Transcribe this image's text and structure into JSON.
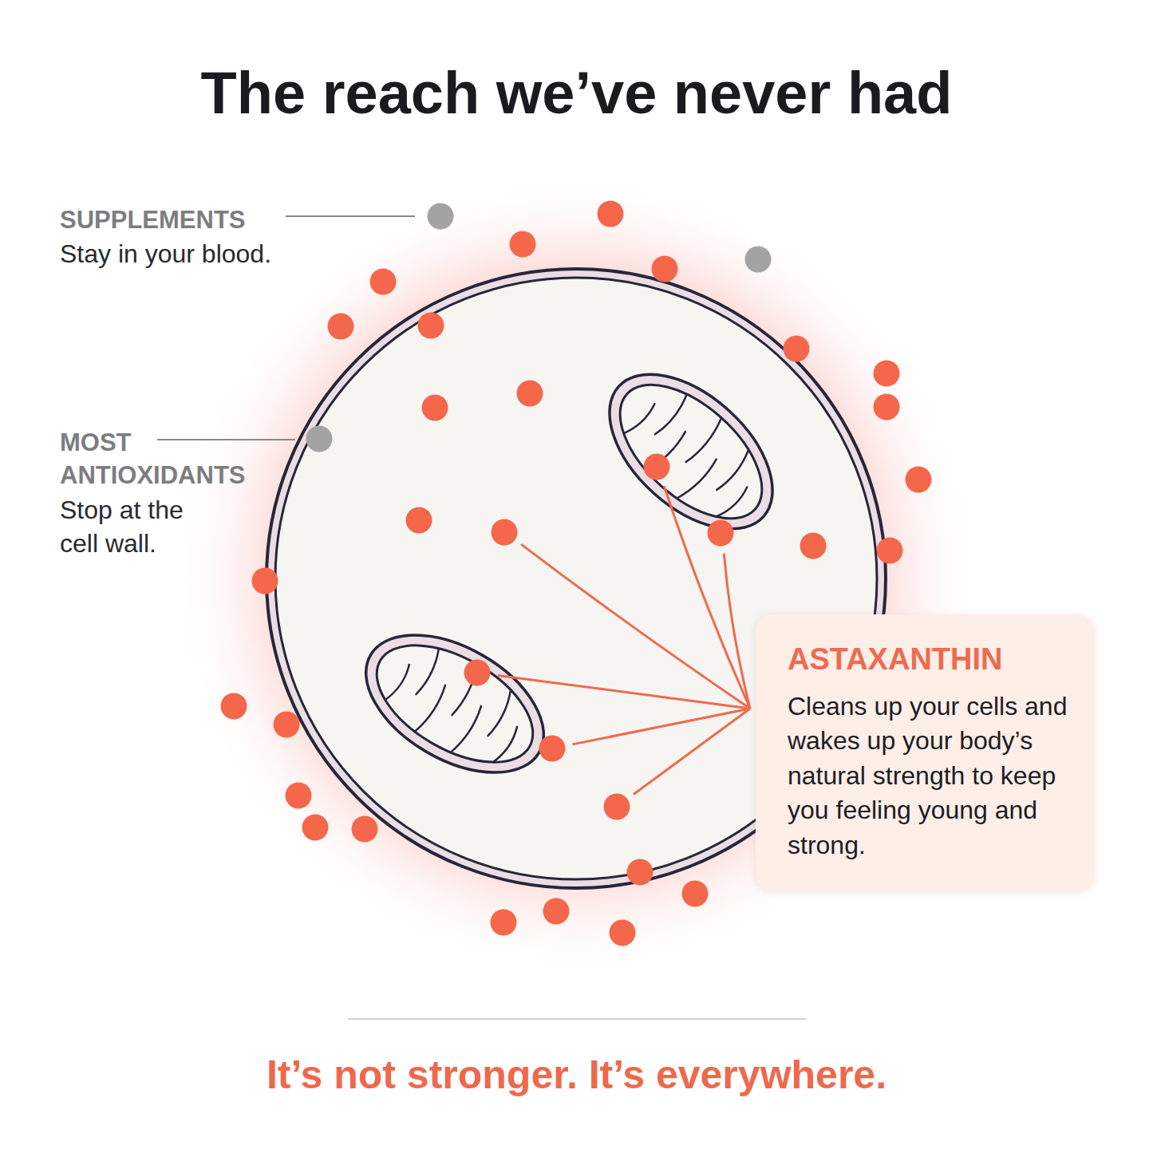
{
  "diagram": {
    "title": "The reach we’ve never had",
    "caption": "It’s not stronger. It’s everywhere.",
    "nodes": [
      {
        "text": [
          "ASTAXANTHIN",
          "Cleans up your cells and wakes up your body’s natural strength to keep you feeling young and strong."
        ]
      }
    ],
    "edges": [],
    "labels": [
      "SUPPLEMENTS",
      "Stay in your blood.",
      "MOST ANTIOXIDANTS",
      "Stop at the cell wall."
    ]
  }
}
